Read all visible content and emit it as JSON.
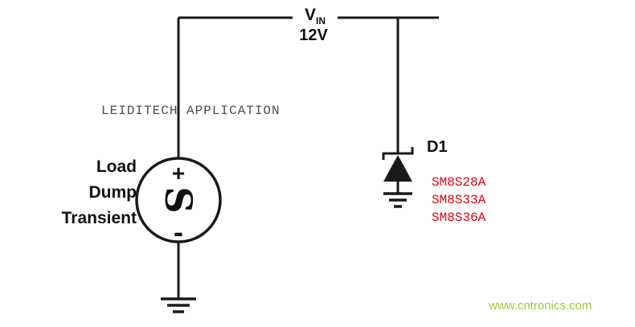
{
  "colors": {
    "wire": "#1a1a1a",
    "text": "#111111",
    "red": "#e60012",
    "green": "#99cc33",
    "gray": "#4f4f4f"
  },
  "labels": {
    "vin_main": "V",
    "vin_sub": "IN",
    "vin_value": "12V",
    "watermark": "LEIDITECH APPLICATION",
    "source": {
      "line1": "Load",
      "line2": "Dump",
      "line3": "Transient",
      "plus": "+",
      "minus": "-",
      "symbol": "S"
    },
    "diode": {
      "ref": "D1",
      "parts": [
        "SM8S28A",
        "SM8S33A",
        "SM8S36A"
      ]
    },
    "site": "www.cntronics.com"
  }
}
